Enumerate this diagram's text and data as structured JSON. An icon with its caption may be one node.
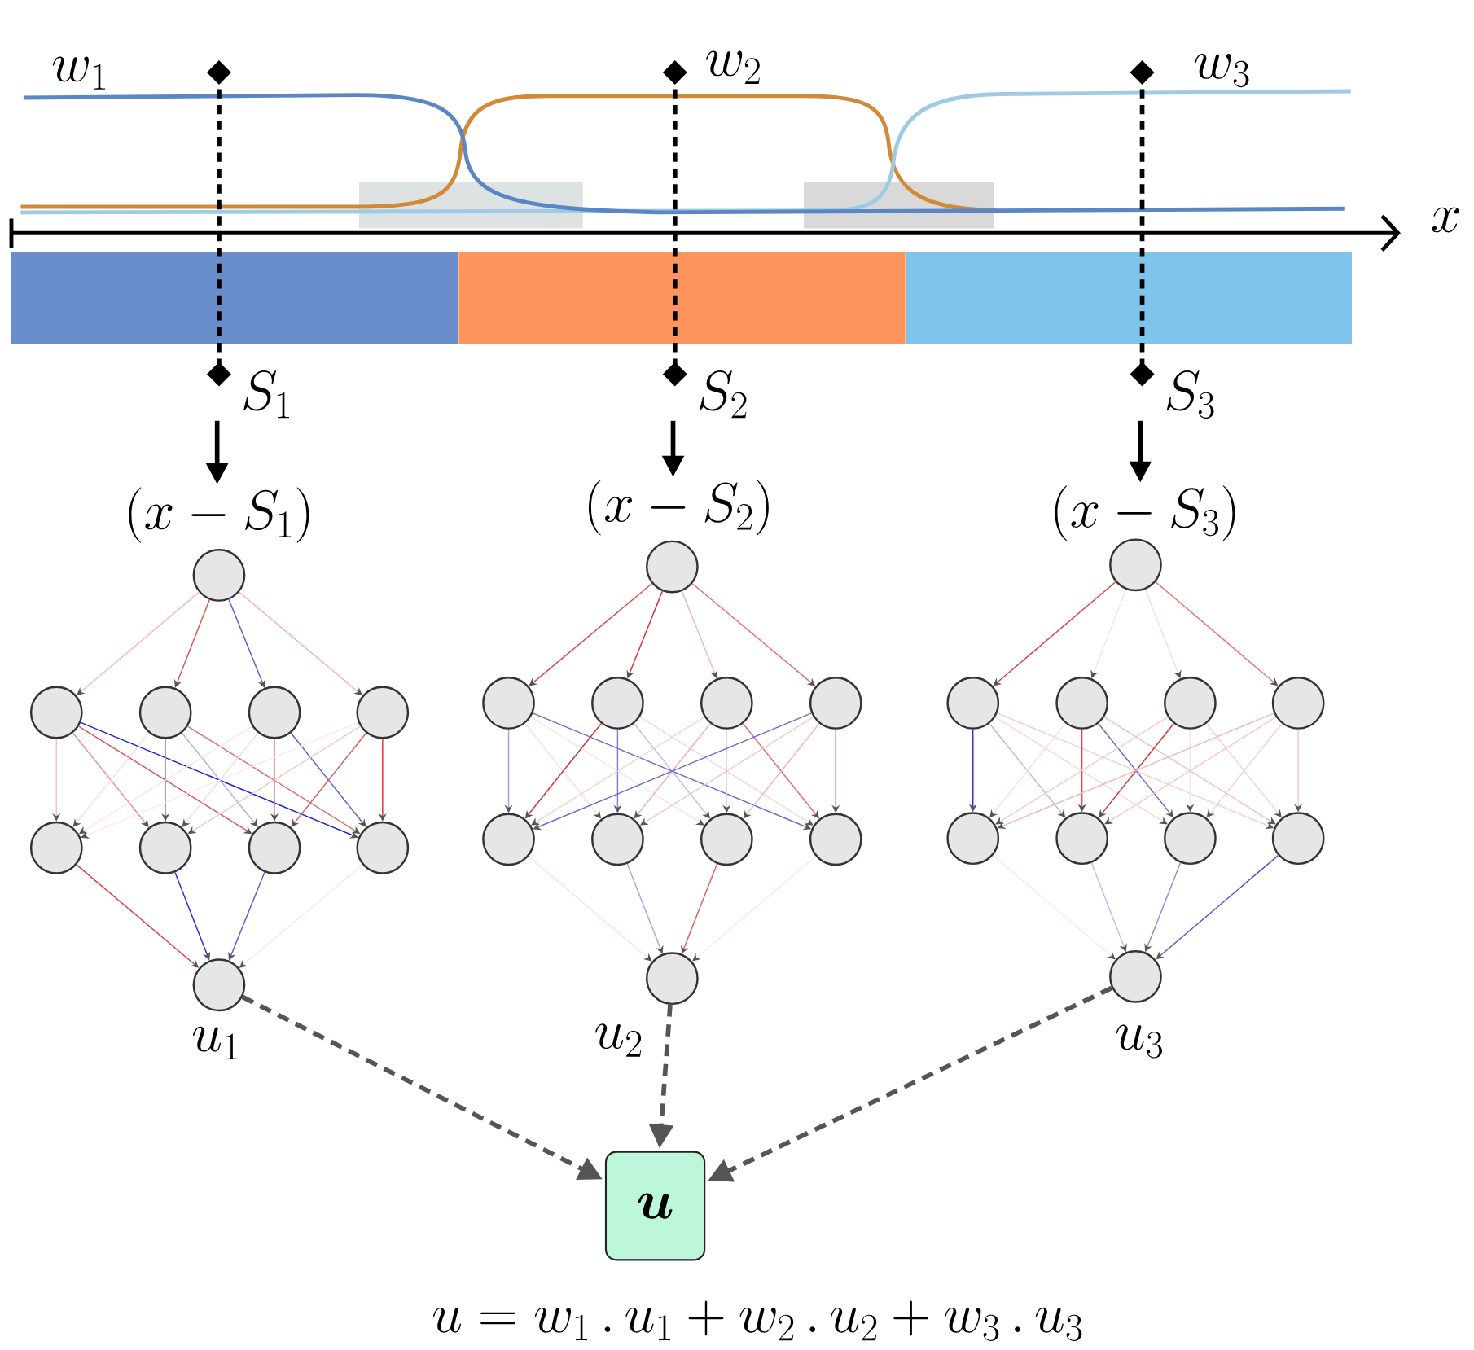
{
  "diagram": {
    "nodes": [
      {
        "text": [
          "S_1"
        ]
      },
      {
        "text": [
          "(x - S_1)"
        ]
      },
      {
        "text": [],
        "shape": "circle"
      },
      {
        "text": [],
        "shape": "circle"
      },
      {
        "text": [],
        "shape": "circle"
      },
      {
        "text": [],
        "shape": "circle"
      },
      {
        "text": [],
        "shape": "circle"
      },
      {
        "text": [],
        "shape": "circle"
      },
      {
        "text": [],
        "shape": "circle"
      },
      {
        "text": [],
        "shape": "circle"
      },
      {
        "text": [],
        "shape": "circle"
      },
      {
        "text": [],
        "shape": "circle",
        "beside": [
          "u_1"
        ]
      },
      {
        "text": [
          "S_2"
        ]
      },
      {
        "text": [
          "(x - S_2)"
        ]
      },
      {
        "text": [],
        "shape": "circle"
      },
      {
        "text": [],
        "shape": "circle"
      },
      {
        "text": [],
        "shape": "circle"
      },
      {
        "text": [],
        "shape": "circle"
      },
      {
        "text": [],
        "shape": "circle"
      },
      {
        "text": [],
        "shape": "circle"
      },
      {
        "text": [],
        "shape": "circle"
      },
      {
        "text": [],
        "shape": "circle"
      },
      {
        "text": [],
        "shape": "circle"
      },
      {
        "text": [],
        "shape": "circle",
        "beside": [
          "u_2"
        ]
      },
      {
        "text": [
          "S_3"
        ]
      },
      {
        "text": [
          "(x - S_3)"
        ]
      },
      {
        "text": [],
        "shape": "circle"
      },
      {
        "text": [],
        "shape": "circle"
      },
      {
        "text": [],
        "shape": "circle"
      },
      {
        "text": [],
        "shape": "circle"
      },
      {
        "text": [],
        "shape": "circle"
      },
      {
        "text": [],
        "shape": "circle"
      },
      {
        "text": [],
        "shape": "circle"
      },
      {
        "text": [],
        "shape": "circle"
      },
      {
        "text": [],
        "shape": "circle"
      },
      {
        "text": [],
        "shape": "circle",
        "beside": [
          "u_3"
        ]
      },
      {
        "text": [
          "\\boldsymbol{u}"
        ]
      }
    ],
    "edges": [
      {
        "from": 0,
        "to": 1,
        "arrow": "to",
        "style": "thick",
        "color": "#000000"
      },
      {
        "from": 2,
        "to": 3,
        "arrow": "to",
        "color": "#f4b8b8"
      },
      {
        "from": 2,
        "to": 4,
        "arrow": "to",
        "color": "#e05050"
      },
      {
        "from": 2,
        "to": 5,
        "arrow": "to",
        "color": "#5a5ae0"
      },
      {
        "from": 2,
        "to": 6,
        "arrow": "to",
        "color": "#f2b0b0"
      },
      {
        "from": 3,
        "to": 7,
        "arrow": "to",
        "color": "#f5c0c0"
      },
      {
        "from": 3,
        "to": 8,
        "arrow": "to",
        "color": "#f09090"
      },
      {
        "from": 3,
        "to": 9,
        "arrow": "to",
        "color": "#e05555"
      },
      {
        "from": 3,
        "to": 10,
        "arrow": "to",
        "color": "#2020d0"
      },
      {
        "from": 4,
        "to": 7,
        "arrow": "to",
        "color": "#f8e0e0"
      },
      {
        "from": 4,
        "to": 8,
        "arrow": "to",
        "color": "#9090d0"
      },
      {
        "from": 4,
        "to": 9,
        "arrow": "to",
        "color": "#b0b0e8"
      },
      {
        "from": 4,
        "to": 10,
        "arrow": "to",
        "color": "#e07070"
      },
      {
        "from": 5,
        "to": 7,
        "arrow": "to",
        "color": "#fbe5e5"
      },
      {
        "from": 5,
        "to": 8,
        "arrow": "to",
        "color": "#f8dada"
      },
      {
        "from": 5,
        "to": 9,
        "arrow": "to",
        "color": "#e08888"
      },
      {
        "from": 5,
        "to": 10,
        "arrow": "to",
        "color": "#6060d8"
      },
      {
        "from": 6,
        "to": 7,
        "arrow": "to",
        "color": "#fbe8e8"
      },
      {
        "from": 6,
        "to": 8,
        "arrow": "to",
        "color": "#f5c8c8"
      },
      {
        "from": 6,
        "to": 9,
        "arrow": "to",
        "color": "#e06060"
      },
      {
        "from": 6,
        "to": 10,
        "arrow": "to",
        "color": "#e03030"
      },
      {
        "from": 7,
        "to": 11,
        "arrow": "to",
        "color": "#e04040"
      },
      {
        "from": 8,
        "to": 11,
        "arrow": "to",
        "color": "#2a2ad0"
      },
      {
        "from": 9,
        "to": 11,
        "arrow": "to",
        "color": "#6060d8"
      },
      {
        "from": 10,
        "to": 11,
        "arrow": "to",
        "color": "#f2eaea"
      },
      {
        "from": 11,
        "to": 36,
        "arrow": "to",
        "style": "dashed",
        "color": "#555555"
      },
      {
        "from": 12,
        "to": 13,
        "arrow": "to",
        "style": "thick",
        "color": "#000000"
      },
      {
        "from": 14,
        "to": 15,
        "arrow": "to",
        "color": "#e04848"
      },
      {
        "from": 14,
        "to": 16,
        "arrow": "to",
        "color": "#d83030"
      },
      {
        "from": 14,
        "to": 17,
        "arrow": "to",
        "color": "#f2b8b8"
      },
      {
        "from": 14,
        "to": 18,
        "arrow": "to",
        "color": "#e87070"
      },
      {
        "from": 15,
        "to": 19,
        "arrow": "to",
        "color": "#a0a0e0"
      },
      {
        "from": 15,
        "to": 20,
        "arrow": "to",
        "color": "#f5e0e0"
      },
      {
        "from": 15,
        "to": 21,
        "arrow": "to",
        "color": "#f7e4e4"
      },
      {
        "from": 15,
        "to": 22,
        "arrow": "to",
        "color": "#6a6ad8"
      },
      {
        "from": 16,
        "to": 19,
        "arrow": "to",
        "color": "#d83030"
      },
      {
        "from": 16,
        "to": 20,
        "arrow": "to",
        "color": "#8080d8"
      },
      {
        "from": 16,
        "to": 21,
        "arrow": "to",
        "color": "#c0c0ec"
      },
      {
        "from": 16,
        "to": 22,
        "arrow": "to",
        "color": "#f5d8d8"
      },
      {
        "from": 17,
        "to": 19,
        "arrow": "to",
        "color": "#f8d0d0"
      },
      {
        "from": 17,
        "to": 20,
        "arrow": "to",
        "color": "#f2b0b0"
      },
      {
        "from": 17,
        "to": 21,
        "arrow": "to",
        "color": "#d8d8f0"
      },
      {
        "from": 17,
        "to": 22,
        "arrow": "to",
        "color": "#e07070"
      },
      {
        "from": 18,
        "to": 19,
        "arrow": "to",
        "color": "#6a6ad8"
      },
      {
        "from": 18,
        "to": 20,
        "arrow": "to",
        "color": "#f5c8c8"
      },
      {
        "from": 18,
        "to": 21,
        "arrow": "to",
        "color": "#f2b8b8"
      },
      {
        "from": 18,
        "to": 22,
        "arrow": "to",
        "color": "#d86060"
      },
      {
        "from": 19,
        "to": 23,
        "arrow": "to",
        "color": "#f5e2e2"
      },
      {
        "from": 20,
        "to": 23,
        "arrow": "to",
        "color": "#a8a8e8"
      },
      {
        "from": 21,
        "to": 23,
        "arrow": "to",
        "color": "#e06060"
      },
      {
        "from": 22,
        "to": 23,
        "arrow": "to",
        "color": "#f8e8e8"
      },
      {
        "from": 23,
        "to": 36,
        "arrow": "to",
        "style": "dashed",
        "color": "#555555"
      },
      {
        "from": 24,
        "to": 25,
        "arrow": "to",
        "style": "thick",
        "color": "#000000"
      },
      {
        "from": 26,
        "to": 27,
        "arrow": "to",
        "color": "#e04040"
      },
      {
        "from": 26,
        "to": 28,
        "arrow": "to",
        "color": "#e8e8f4"
      },
      {
        "from": 26,
        "to": 29,
        "arrow": "to",
        "color": "#f0e0e8"
      },
      {
        "from": 26,
        "to": 30,
        "arrow": "to",
        "color": "#e87070"
      },
      {
        "from": 27,
        "to": 31,
        "arrow": "to",
        "color": "#3030d0"
      },
      {
        "from": 27,
        "to": 32,
        "arrow": "to",
        "color": "#b8b8ec"
      },
      {
        "from": 27,
        "to": 33,
        "arrow": "to",
        "color": "#f5d8d8"
      },
      {
        "from": 27,
        "to": 34,
        "arrow": "to",
        "color": "#f5cccc"
      },
      {
        "from": 28,
        "to": 31,
        "arrow": "to",
        "color": "#f8e0e0"
      },
      {
        "from": 28,
        "to": 32,
        "arrow": "to",
        "color": "#e05050"
      },
      {
        "from": 28,
        "to": 33,
        "arrow": "to",
        "color": "#6868d8"
      },
      {
        "from": 28,
        "to": 34,
        "arrow": "to",
        "color": "#f2bcbc"
      },
      {
        "from": 29,
        "to": 31,
        "arrow": "to",
        "color": "#f5cccc"
      },
      {
        "from": 29,
        "to": 32,
        "arrow": "to",
        "color": "#d83030"
      },
      {
        "from": 29,
        "to": 33,
        "arrow": "to",
        "color": "#e8e8f4"
      },
      {
        "from": 29,
        "to": 34,
        "arrow": "to",
        "color": "#f5d0d0"
      },
      {
        "from": 30,
        "to": 31,
        "arrow": "to",
        "color": "#f2b8b8"
      },
      {
        "from": 30,
        "to": 32,
        "arrow": "to",
        "color": "#f5c8c8"
      },
      {
        "from": 30,
        "to": 33,
        "arrow": "to",
        "color": "#f5d0d0"
      },
      {
        "from": 30,
        "to": 34,
        "arrow": "to",
        "color": "#f5c8c8"
      },
      {
        "from": 31,
        "to": 35,
        "arrow": "to",
        "color": "#f5e8ee"
      },
      {
        "from": 32,
        "to": 35,
        "arrow": "to",
        "color": "#c0c0ec"
      },
      {
        "from": 33,
        "to": 35,
        "arrow": "to",
        "color": "#9090e0"
      },
      {
        "from": 34,
        "to": 35,
        "arrow": "to",
        "color": "#5050d8"
      },
      {
        "from": 35,
        "to": 36,
        "arrow": "to",
        "style": "dashed",
        "color": "#555555"
      }
    ],
    "labels": [
      "w_1",
      "w_2",
      "w_3",
      "x",
      "u = w_1 \\,.\\, u_1 + w_2 \\,.\\, u_2 + w_3 \\,.\\, u_3"
    ]
  }
}
